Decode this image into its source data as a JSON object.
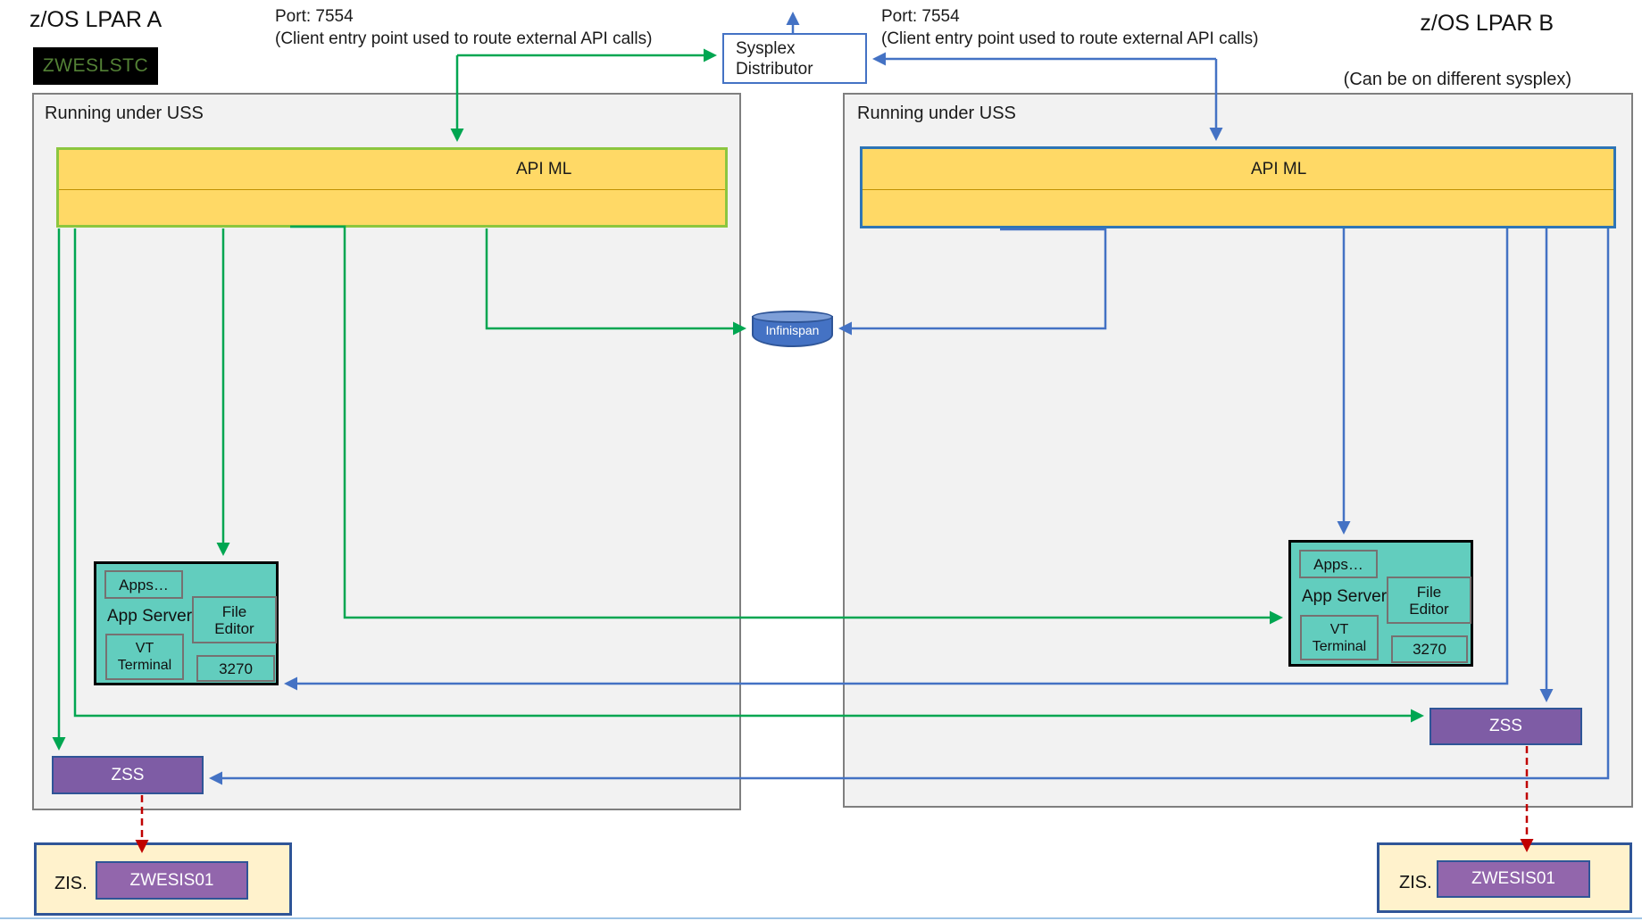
{
  "titles": {
    "lpar_a": "z/OS LPAR A",
    "lpar_b": "z/OS LPAR B",
    "sysplex_note": "(Can be on different sysplex)",
    "zweslstc": "ZWESLSTC"
  },
  "port_label_a": {
    "line1": "Port: 7554",
    "line2": "(Client entry point used to route external API calls)"
  },
  "port_label_b": {
    "line1": "Port: 7554",
    "line2": "(Client entry point used to route external API calls)"
  },
  "sysplex_distributor": {
    "label": "Sysplex\nDistributor"
  },
  "panel_a": {
    "label": "Running under USS"
  },
  "panel_b": {
    "label": "Running under USS"
  },
  "apiml_a": {
    "label": "API ML"
  },
  "apiml_b": {
    "label": "API ML"
  },
  "infinispan": {
    "label": "Infinispan"
  },
  "app_server_a": {
    "apps": "Apps…",
    "title": "App Server",
    "file_editor": "File\nEditor",
    "vt_terminal": "VT\nTerminal",
    "t3270": "3270"
  },
  "app_server_b": {
    "apps": "Apps…",
    "title": "App Server",
    "file_editor": "File\nEditor",
    "vt_terminal": "VT\nTerminal",
    "t3270": "3270"
  },
  "zss_a": {
    "label": "ZSS"
  },
  "zss_b": {
    "label": "ZSS"
  },
  "zis_a": {
    "label": "ZIS.",
    "zwesis": "ZWESIS01"
  },
  "zis_b": {
    "label": "ZIS.",
    "zwesis": "ZWESIS01"
  },
  "colors": {
    "green_arrow": "#00A651",
    "blue_arrow": "#4472C4",
    "red_arrow": "#C00000",
    "apiml_fill": "#FFD966",
    "apiml_border_a": "#8CC63F",
    "apiml_border_b": "#2E75B6",
    "apiml_divider": "#BF9000",
    "panel_fill": "#F2F2F2",
    "panel_border": "#7F7F7F",
    "appserver_fill": "#62CDBE",
    "appserver_inner_border": "#767171",
    "zss_fill": "#7E5CA5",
    "zwesis_fill": "#9266AC",
    "dark_blue_border": "#2F5597",
    "zis_fill": "#FFF2CC",
    "zweslstc_text": "#538135",
    "infinispan_fill": "#4472C4"
  }
}
